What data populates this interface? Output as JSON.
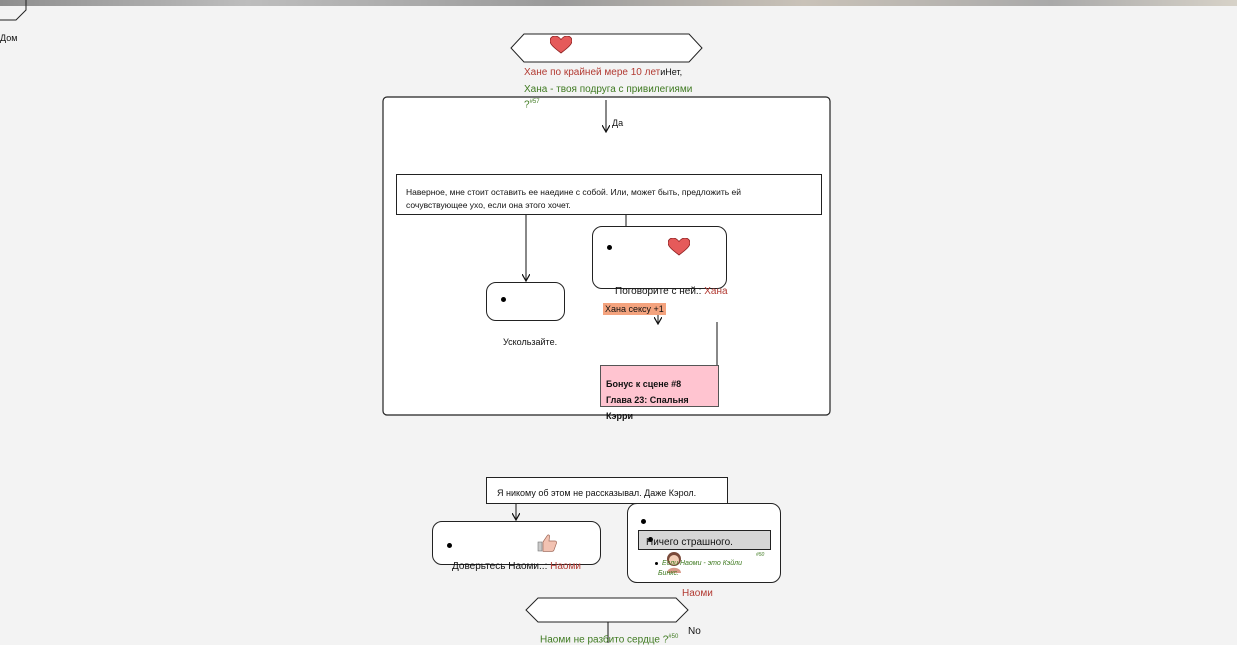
{
  "corner_label": "Дом",
  "top_condition": {
    "line1": "Хане по крайней мере 10 лет",
    "line1_suffix": "и",
    "no_label": "Нет",
    "comma": ",",
    "line2": "Хана - твоя подруга с привилегиями",
    "line3": "?",
    "ref": "#57"
  },
  "yes_label": "Да",
  "narration_1": {
    "line1": "Наверное, мне стоит оставить ее наедине с собой. Или, может быть, предложить ей",
    "line2": "сочувствующее ухо, если она этого хочет."
  },
  "choice_sneak": "Ускользайте.",
  "choice_talk": {
    "label": "Поговорите с ней.:",
    "character": "Хана"
  },
  "stat_tag": "Хана сексу +1",
  "bonus": {
    "line1": "Бонус к сцене #8",
    "line2": "Глава 23: Спальня Кэрри"
  },
  "narration_2": "Я никому об этом не рассказывал. Даже Кэрол.",
  "choice_trust": {
    "label": "Доверьтесь Наоми..:",
    "character": "Наоми"
  },
  "choice_nothing": {
    "label": "Ничего страшного.",
    "condition_line1": "Если Наоми - это Кэйли",
    "condition_line2": "Бинкс.",
    "ref": "#50",
    "character": "Наоми"
  },
  "bottom_condition": {
    "text": "Наоми не разбито сердце ?",
    "ref": "#50",
    "no_label": "No"
  },
  "colors": {
    "background": "#f3f3f3",
    "heart": "#e55a5a",
    "red_text": "#b23a32",
    "green_text": "#3f7a21",
    "orange_tag": "#f4a37e",
    "bonus_bg": "#ffc4d0"
  },
  "icons": [
    "heart-icon",
    "thumbs-up-icon",
    "character-avatar-icon",
    "arrow-down-icon"
  ]
}
